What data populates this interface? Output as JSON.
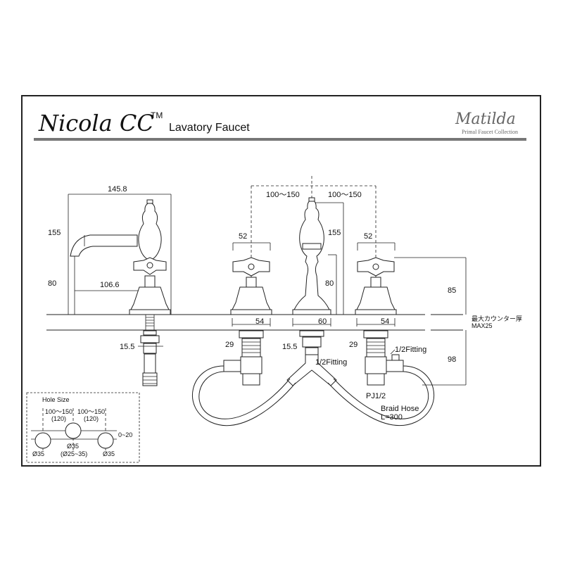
{
  "header": {
    "model": "Nicola CC",
    "trademark": "TM",
    "subtitle": "Lavatory Faucet",
    "brand": "Matilda",
    "brand_tagline": "Primal Faucet Collection"
  },
  "side_view": {
    "width_total": "145.8",
    "height_total": "155",
    "spout_height": "80",
    "spout_reach": "106.6",
    "nut_height": "15.5"
  },
  "front_view": {
    "spacing_left": "100～150",
    "spacing_right": "100～150",
    "handle_left_width": "52",
    "handle_right_width": "52",
    "spout_total_height": "155",
    "spout_height": "80",
    "base_left": "54",
    "base_center": "60",
    "base_right": "54",
    "thread_left": "29",
    "thread_right": "29",
    "nut_center": "15.5",
    "fitting_center": "1/2Fitting",
    "fitting_right": "1/2Fitting",
    "pj_label": "PJ1/2",
    "hose_label": "Braid Hose",
    "hose_length": "L=300",
    "handle_to_deck": "85",
    "below_deck": "98",
    "counter_note": "最大カウンター厚",
    "counter_max": "MAX25"
  },
  "hole_size": {
    "title": "Hole Size",
    "spacing_1": "100～150",
    "spacing_1_sub": "(120)",
    "spacing_2": "100～150",
    "spacing_2_sub": "(120)",
    "offset": "0~20",
    "dia_left": "Ø35",
    "dia_center": "Ø35",
    "dia_center_sub": "(Ø25~35)",
    "dia_right": "Ø35"
  }
}
